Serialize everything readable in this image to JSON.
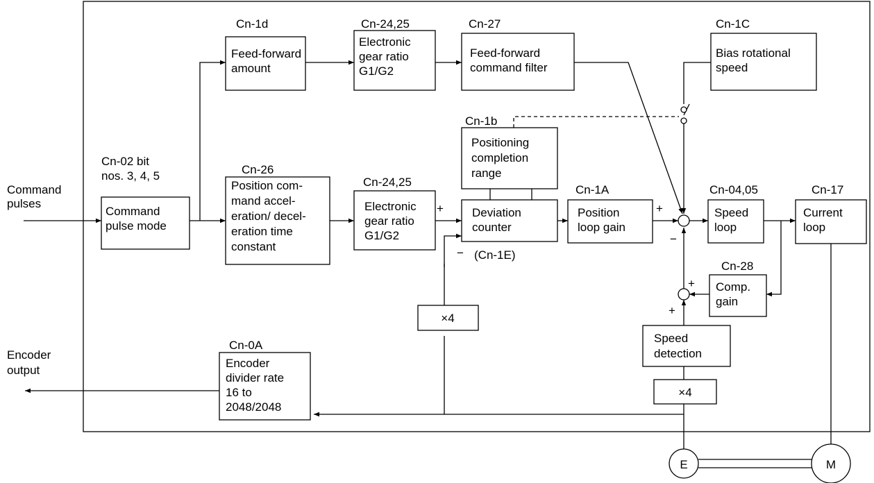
{
  "inputs": {
    "command_pulses": [
      "Command",
      "pulses"
    ],
    "encoder_output": [
      "Encoder",
      "output"
    ]
  },
  "blocks": {
    "cmd_mode": {
      "param": [
        "Cn-02 bit",
        "nos. 3, 4, 5"
      ],
      "label": [
        "Command",
        "pulse mode"
      ]
    },
    "ff_amount": {
      "param": [
        "Cn-1d"
      ],
      "label": [
        "Feed-forward",
        "amount"
      ]
    },
    "egear_top": {
      "param": [
        "Cn-24,25"
      ],
      "label": [
        "Electronic",
        "gear ratio",
        "G1/G2"
      ]
    },
    "ff_filter": {
      "param": [
        "Cn-27"
      ],
      "label": [
        "Feed-forward",
        "command filter"
      ]
    },
    "bias": {
      "param": [
        "Cn-1C"
      ],
      "label": [
        "Bias rotational",
        "speed"
      ]
    },
    "accel": {
      "param": [
        "Cn-26"
      ],
      "label": [
        "Position com-",
        "mand accel-",
        "eration/ decel-",
        "eration time",
        "constant"
      ]
    },
    "egear_mid": {
      "param": [
        "Cn-24,25"
      ],
      "label": [
        "Electronic",
        "gear ratio",
        "G1/G2"
      ]
    },
    "pos_range": {
      "param": [
        "Cn-1b"
      ],
      "label": [
        "Positioning",
        "completion",
        "range"
      ]
    },
    "dev_counter": {
      "param": [
        "(Cn-1E)"
      ],
      "label": [
        "Deviation",
        "counter"
      ]
    },
    "pos_gain": {
      "param": [
        "Cn-1A"
      ],
      "label": [
        "Position",
        "loop gain"
      ]
    },
    "speed_loop": {
      "param": [
        "Cn-04,05"
      ],
      "label": [
        "Speed",
        "loop"
      ]
    },
    "current_loop": {
      "param": [
        "Cn-17"
      ],
      "label": [
        "Current",
        "loop"
      ]
    },
    "comp_gain": {
      "param": [
        "Cn-28"
      ],
      "label": [
        "Comp.",
        "gain"
      ]
    },
    "speed_det": {
      "param": [],
      "label": [
        "Speed",
        "detection"
      ]
    },
    "mult_mid": {
      "param": [],
      "label": [
        "×4"
      ]
    },
    "mult_right": {
      "param": [],
      "label": [
        "×4"
      ]
    },
    "enc_div": {
      "param": [
        "Cn-0A"
      ],
      "label": [
        "Encoder",
        "divider rate",
        "16 to",
        "2048/2048"
      ]
    }
  },
  "signs": {
    "dev_plus": "+",
    "dev_minus": "−",
    "sum_plus": "+",
    "sum_minus": "−",
    "fb_plus_top": "+",
    "fb_plus_bottom": "+"
  },
  "devices": {
    "encoder": "E",
    "motor": "M"
  }
}
